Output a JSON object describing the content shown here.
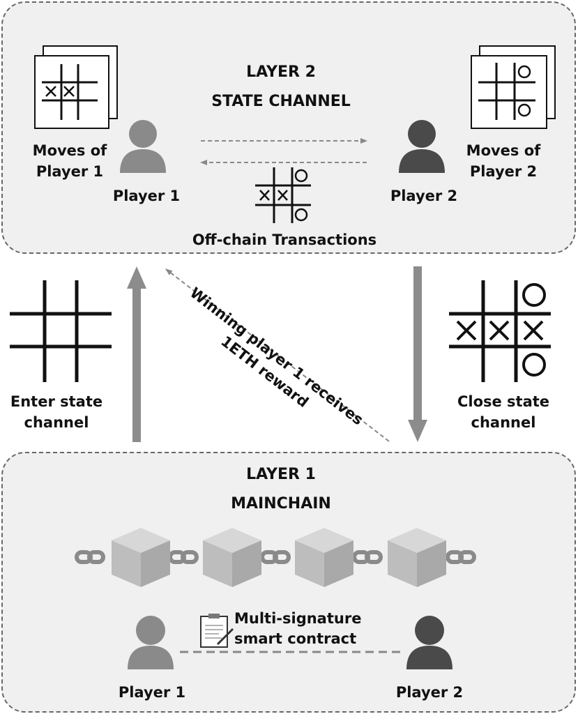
{
  "layer2": {
    "title": "LAYER 2",
    "subtitle": "STATE CHANNEL",
    "moves_p1": [
      "Moves of",
      "Player 1"
    ],
    "moves_p2": [
      "Moves of",
      "Player 2"
    ],
    "player1": "Player 1",
    "player2": "Player 2",
    "offchain": "Off-chain Transactions"
  },
  "middle": {
    "enter": [
      "Enter state",
      "channel"
    ],
    "close": [
      "Close state",
      "channel"
    ],
    "reward": [
      "Winning player 1 receives",
      "1ETH reward"
    ]
  },
  "layer1": {
    "title": "LAYER 1",
    "subtitle": "MAINCHAIN",
    "contract": [
      "Multi-signature",
      "smart contract"
    ],
    "player1": "Player 1",
    "player2": "Player 2"
  }
}
